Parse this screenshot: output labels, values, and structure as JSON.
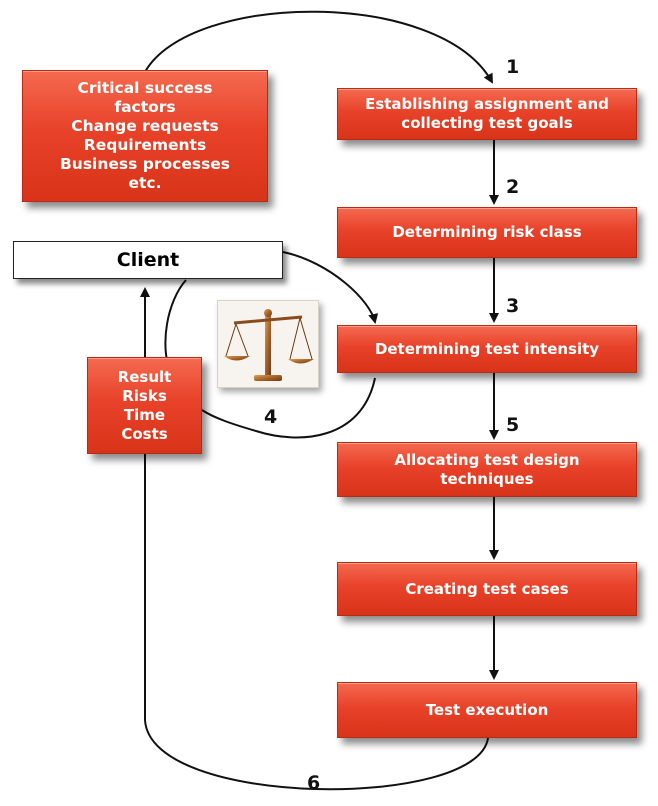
{
  "inputs": {
    "lines": [
      "Critical success",
      "factors",
      "Change requests",
      "Requirements",
      "Business processes",
      "etc."
    ]
  },
  "client": {
    "label": "Client"
  },
  "result": {
    "lines": [
      "Result",
      "Risks",
      "Time",
      "Costs"
    ]
  },
  "steps": [
    {
      "lines": [
        "Establishing assignment and",
        "collecting test goals"
      ]
    },
    {
      "lines": [
        "Determining risk class"
      ]
    },
    {
      "lines": [
        "Determining test intensity"
      ]
    },
    {
      "lines": [
        "Allocating test design",
        "techniques"
      ]
    },
    {
      "lines": [
        "Creating test cases"
      ]
    },
    {
      "lines": [
        "Test execution"
      ]
    }
  ],
  "numbers": [
    "1",
    "2",
    "3",
    "4",
    "5",
    "6"
  ],
  "scale": {
    "icon": "balance-scale-icon"
  },
  "colors": {
    "box_red": "#e8422a",
    "arrow": "#111111",
    "client_fill": "#ffffff"
  }
}
